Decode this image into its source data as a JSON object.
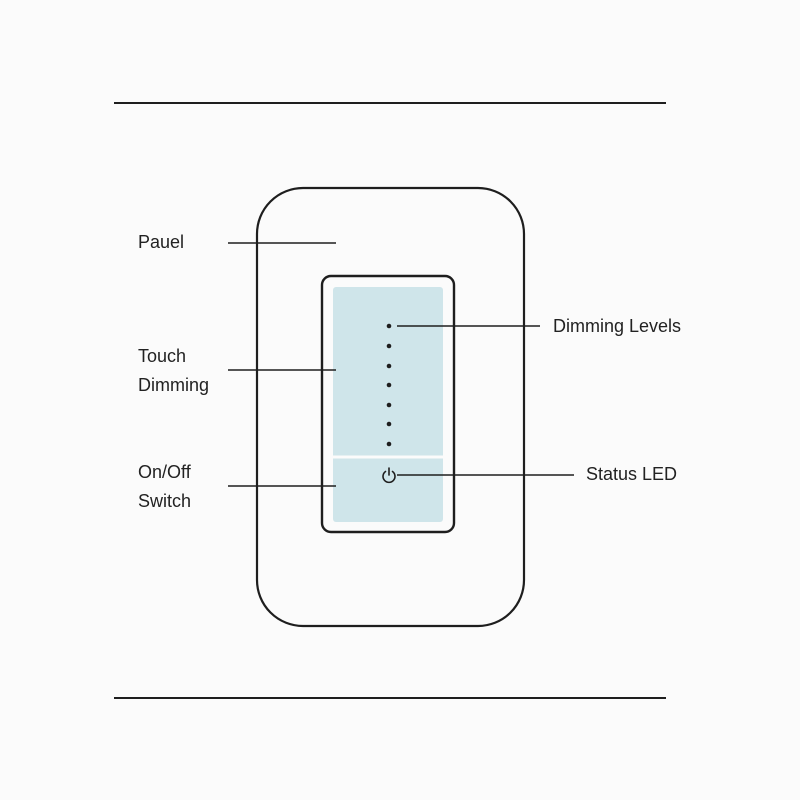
{
  "labels": {
    "panel": "Pauel",
    "touch_dimming_line1": "Touch",
    "touch_dimming_line2": "Dimming",
    "on_off_line1": "On/Off",
    "on_off_line2": "Switch",
    "dimming_levels": "Dimming Levels",
    "status_led": "Status LED"
  },
  "icons": {
    "status_led": "power-icon"
  },
  "colors": {
    "background": "#fbfbfb",
    "outline": "#1e1e1e",
    "touch_pad": "#cfe5ea",
    "text": "#222222"
  }
}
